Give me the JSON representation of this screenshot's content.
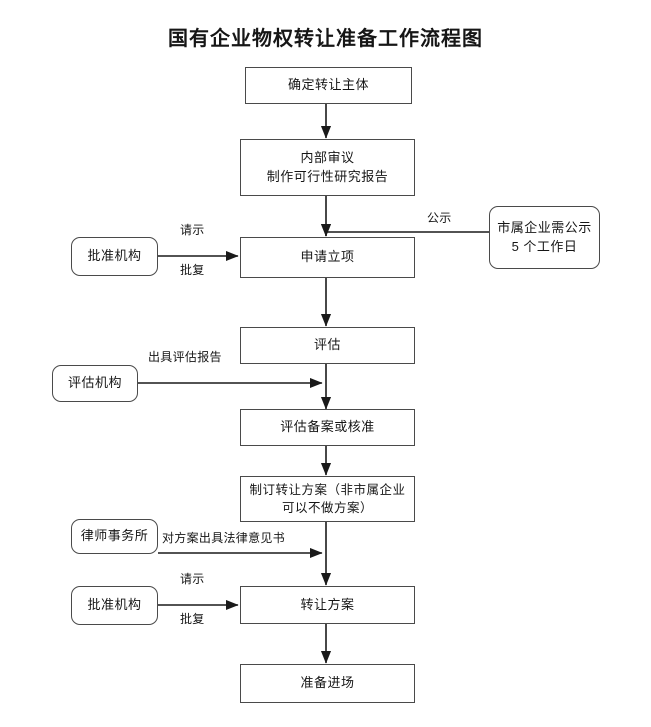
{
  "document": {
    "title": "国有企业物权转让准备工作流程图"
  },
  "diagram": {
    "type": "flowchart",
    "orientation": "top-to-bottom",
    "nodes": [
      {
        "id": "n1",
        "shape": "rect",
        "label": "确定转让主体"
      },
      {
        "id": "n2",
        "shape": "rect",
        "label_line1": "内部审议",
        "label_line2": "制作可行性研究报告"
      },
      {
        "id": "n3",
        "shape": "rect",
        "label": "申请立项"
      },
      {
        "id": "n4",
        "shape": "rect",
        "label": "评估"
      },
      {
        "id": "n5",
        "shape": "rect",
        "label": "评估备案或核准"
      },
      {
        "id": "n6",
        "shape": "rect",
        "label_line1": "制订转让方案（非市属企业",
        "label_line2": "可以不做方案）"
      },
      {
        "id": "n7",
        "shape": "rect",
        "label": "转让方案"
      },
      {
        "id": "n8",
        "shape": "rect",
        "label": "准备进场"
      },
      {
        "id": "s1",
        "shape": "rounded",
        "label": "批准机构"
      },
      {
        "id": "s2",
        "shape": "rounded",
        "label_line1": "市属企业需公示",
        "label_line2": "5 个工作日"
      },
      {
        "id": "s3",
        "shape": "rounded",
        "label": "评估机构"
      },
      {
        "id": "s4",
        "shape": "rounded",
        "label": "律师事务所"
      },
      {
        "id": "s5",
        "shape": "rounded",
        "label": "批准机构"
      }
    ],
    "edge_labels": [
      {
        "id": "e1",
        "text": "请示"
      },
      {
        "id": "e2",
        "text": "批复"
      },
      {
        "id": "e3",
        "text": "公示"
      },
      {
        "id": "e4",
        "text": "出具评估报告"
      },
      {
        "id": "e5",
        "text": "对方案出具法律意见书"
      },
      {
        "id": "e6",
        "text": "请示"
      },
      {
        "id": "e7",
        "text": "批复"
      }
    ],
    "colors": {
      "stroke": "#4a4a4a",
      "arrow": "#1a1a1a",
      "text": "#161616",
      "background": "#ffffff"
    }
  }
}
